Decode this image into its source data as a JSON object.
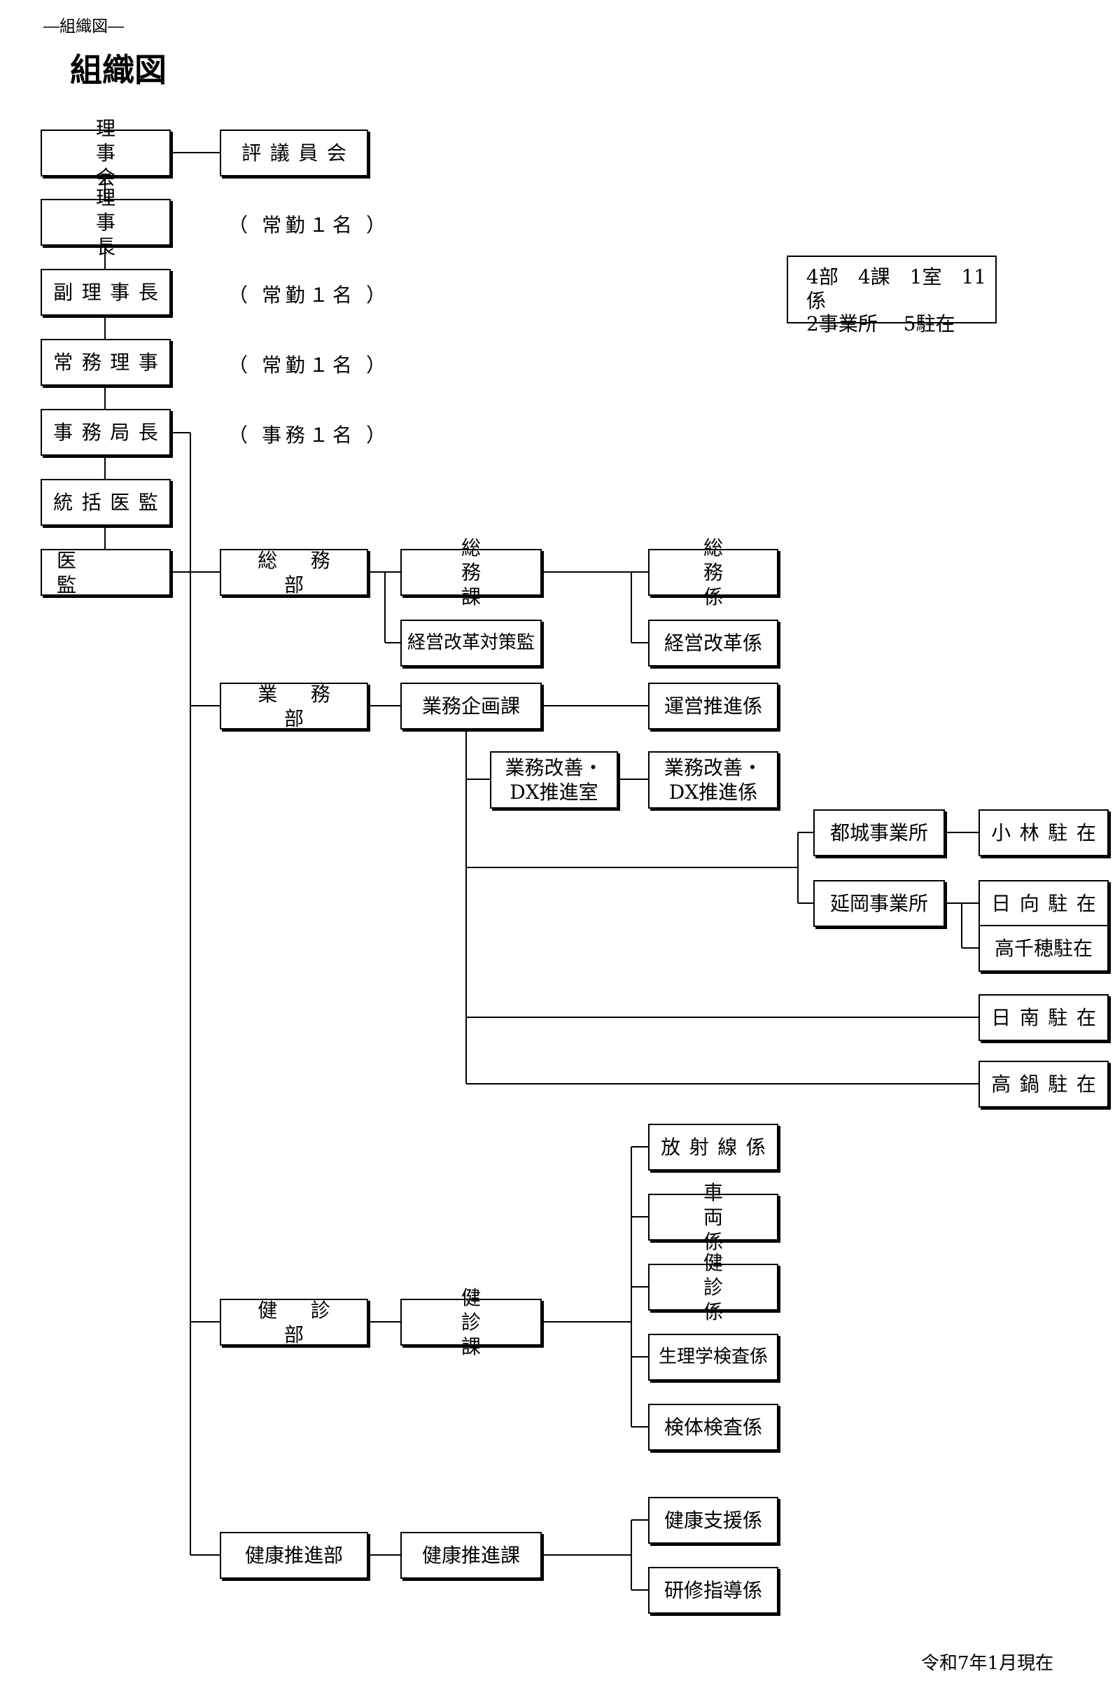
{
  "header": {
    "caption": "―組織図―",
    "title": "組織図"
  },
  "executive": {
    "board": "理事会",
    "council": "評議員会",
    "chairman": "理事長",
    "vice_chairman": "副理事長",
    "managing_director": "常務理事",
    "secretary_general": "事務局長",
    "chief_medical_supervisor": "統括医監",
    "medical_supervisor": "医監"
  },
  "staff_notes": {
    "chairman": "（ 常勤１名 ）",
    "vice_chairman": "（ 常勤１名 ）",
    "managing_director": "（ 常勤１名 ）",
    "secretary_general": "（ 事務１名 ）"
  },
  "summary": {
    "line1": "4部　4課　1室　11係",
    "line2": "2事業所　 5駐在"
  },
  "general_affairs": {
    "department": "総務部",
    "section": "総務課",
    "reform_supervisor": "経営改革対策監",
    "unit_general": "総務係",
    "unit_reform": "経営改革係"
  },
  "operations": {
    "department": "業務部",
    "section": "業務企画課",
    "unit_promotion": "運営推進係",
    "dx_office_line1": "業務改善・",
    "dx_office_line2": "DX推進室",
    "dx_unit_line1": "業務改善・",
    "dx_unit_line2": "DX推進係",
    "office_miyakonojo": "都城事業所",
    "office_nobeoka": "延岡事業所",
    "post_kobayashi": "小林駐在",
    "post_hyuga": "日向駐在",
    "post_takachiho": "高千穂駐在",
    "post_nichinan": "日南駐在",
    "post_takanabe": "高鍋駐在"
  },
  "health_checkup": {
    "department": "健診部",
    "section": "健診課",
    "units": [
      "放射線係",
      "車両係",
      "健診係",
      "生理学検査係",
      "検体検査係"
    ]
  },
  "health_promotion": {
    "department": "健康推進部",
    "section": "健康推進課",
    "units": [
      "健康支援係",
      "研修指導係"
    ]
  },
  "footer": {
    "date": "令和7年1月現在"
  },
  "colors": {
    "line": "#000000",
    "box_border": "#000000",
    "background": "#ffffff"
  }
}
